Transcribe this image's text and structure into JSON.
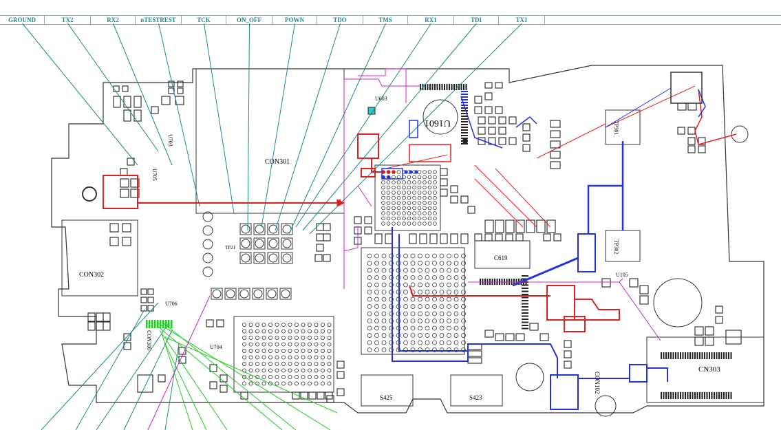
{
  "signals": [
    "GROUND",
    "TX2",
    "RX2",
    "nTESTREST",
    "TCK",
    "ON_OFF",
    "POWN",
    "TDO",
    "TMS",
    "RX1",
    "TDI",
    "TX1"
  ],
  "labels": {
    "con301": "CON301",
    "con302": "CON302",
    "con303": "CN303",
    "con102": "CON102",
    "u1601": "U1601",
    "u603": "U603",
    "u703": "U703",
    "u704": "U704",
    "u705": "U705",
    "u706": "U706",
    "u105": "U105",
    "c619": "C619",
    "tp301": "TP301",
    "tp302": "TP302",
    "s425": "S425",
    "s423": "S423",
    "tp21": "TP21",
    "con306": "CON306"
  }
}
